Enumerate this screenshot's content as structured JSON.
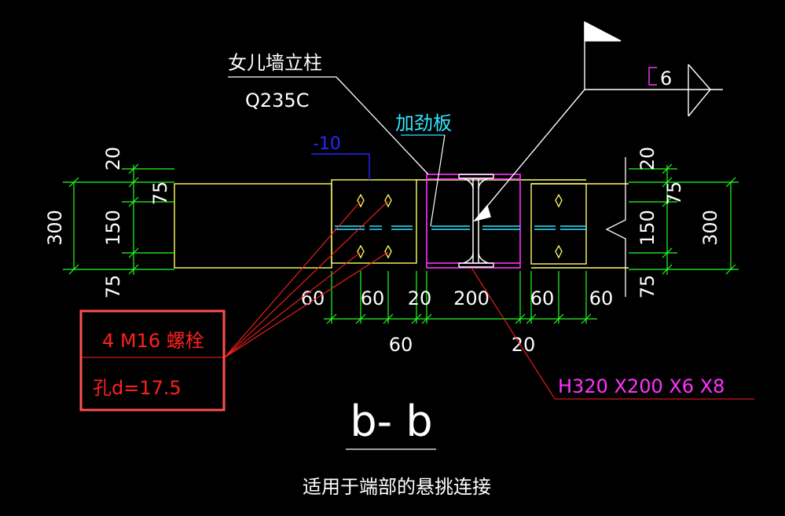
{
  "colors": {
    "background": "#000000",
    "white": "#ffffff",
    "yellow": "#ffff66",
    "green": "#22ff22",
    "red": "#ff2020",
    "cyan": "#33e6ff",
    "blue": "#2626ff",
    "magenta": "#ff33ff",
    "highlight": "#ff5050"
  },
  "labels": {
    "parapet_column": "女儿墙立柱",
    "column_grade": "Q235C",
    "stiffener": "加劲板",
    "plate_thickness": "-10",
    "weld_symbol": "6",
    "bolts": "4 M16 螺栓",
    "hole": "孔d=17.5",
    "section_profile": "H320 X200 X6 X8",
    "section_mark": "b- b",
    "caption": "适用于端部的悬挑连接"
  },
  "dims": {
    "left_total": "300",
    "left_top_gap": "20",
    "left_top": "75",
    "left_mid": "150",
    "left_bottom": "75",
    "right_total": "300",
    "right_top_gap": "20",
    "right_top": "75",
    "right_mid": "150",
    "right_bottom": "75",
    "h_1": "60",
    "h_2": "60",
    "h_3": "20",
    "h_4": "200",
    "h_5": "60",
    "h_6": "60",
    "h_lower_1": "60",
    "h_lower_2": "20"
  }
}
